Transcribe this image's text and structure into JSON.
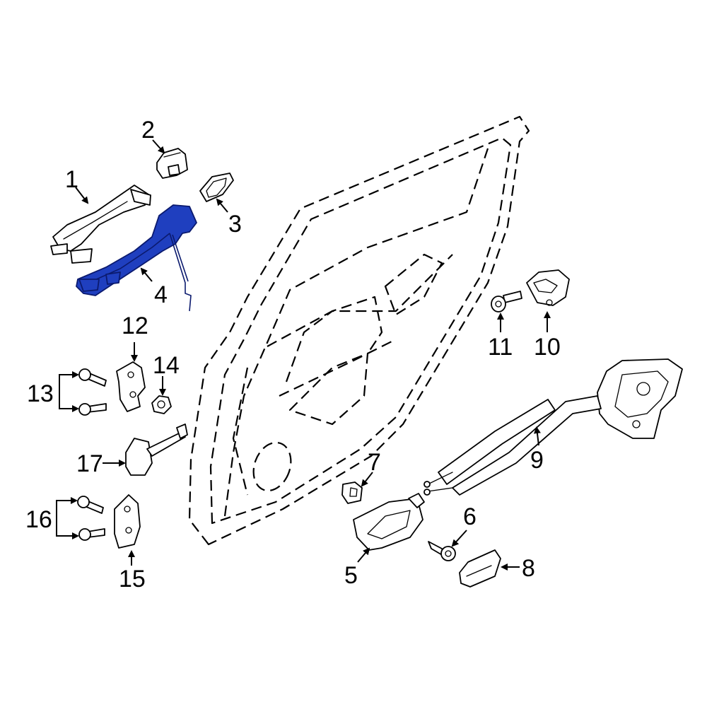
{
  "diagram": {
    "highlight_color": "#1f3fbf",
    "callouts": [
      {
        "id": "1",
        "text": "1"
      },
      {
        "id": "2",
        "text": "2"
      },
      {
        "id": "3",
        "text": "3"
      },
      {
        "id": "4",
        "text": "4",
        "highlighted": true
      },
      {
        "id": "5",
        "text": "5"
      },
      {
        "id": "6",
        "text": "6"
      },
      {
        "id": "7",
        "text": "7"
      },
      {
        "id": "8",
        "text": "8"
      },
      {
        "id": "9",
        "text": "9"
      },
      {
        "id": "10",
        "text": "10"
      },
      {
        "id": "11",
        "text": "11"
      },
      {
        "id": "12",
        "text": "12"
      },
      {
        "id": "13",
        "text": "13"
      },
      {
        "id": "14",
        "text": "14"
      },
      {
        "id": "15",
        "text": "15"
      },
      {
        "id": "16",
        "text": "16"
      },
      {
        "id": "17",
        "text": "17"
      }
    ]
  }
}
